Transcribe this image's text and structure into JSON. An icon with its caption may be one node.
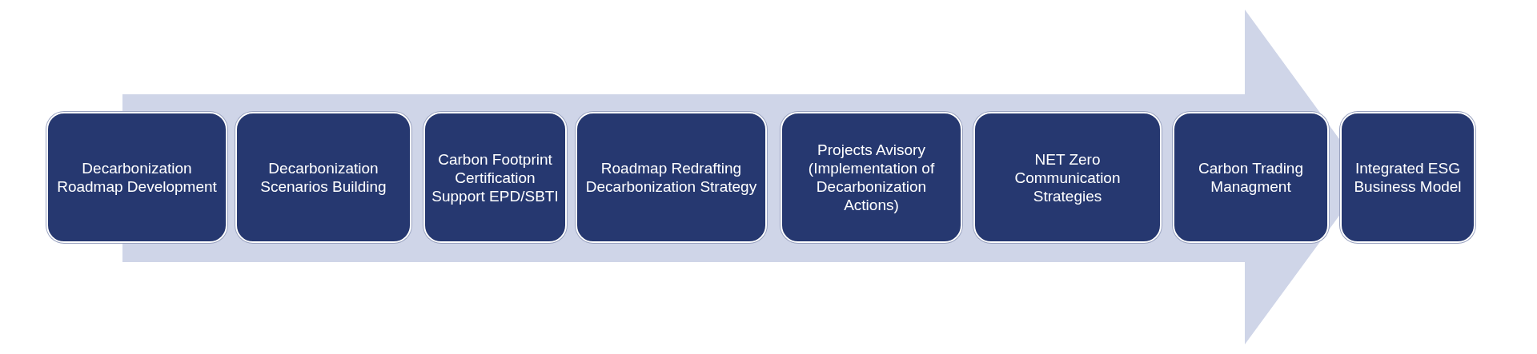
{
  "diagram": {
    "nodes": [
      {
        "text": [
          "Decarbonization Roadmap Development"
        ]
      },
      {
        "text": [
          "Decarbonization Scenarios Building"
        ]
      },
      {
        "text": [
          "Carbon Footprint Certification Support EPD/SBTI"
        ]
      },
      {
        "text": [
          "Roadmap Redrafting Decarbonization Strategy"
        ]
      },
      {
        "text": [
          "Projects Avisory (Implementation of Decarbonization Actions)"
        ]
      },
      {
        "text": [
          "NET Zero Communication Strategies"
        ]
      },
      {
        "text": [
          "Carbon Trading Managment"
        ]
      },
      {
        "text": [
          "Integrated ESG Business Model"
        ]
      }
    ]
  }
}
